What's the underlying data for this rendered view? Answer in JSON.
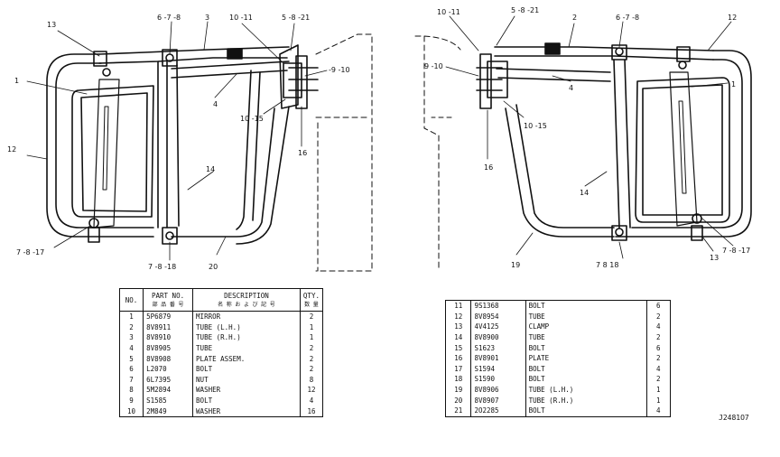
{
  "callouts": {
    "left": {
      "c13": "13",
      "c678": "6 -7 -8",
      "c3": "3",
      "c1011": "10 -11",
      "c5821": "5 -8 -21",
      "c1": "1",
      "c910": "-9 -10",
      "c4": "4",
      "c1015": "10 -15",
      "c12": "12",
      "c16": "16",
      "c14": "14",
      "c7817": "7 -8 -17",
      "c7818": "7 -8 -18",
      "c20": "20"
    },
    "right": {
      "c1011": "10 -11",
      "c5821": "5 -8 -21",
      "c2": "2",
      "c678": "6 -7 -8",
      "c12": "12",
      "c910": "9 -10",
      "c4": "4",
      "c1": "1",
      "c1015": "10 -15",
      "c16": "16",
      "c14": "14",
      "c19": "19",
      "c7818": "7  8  18",
      "c13": "13",
      "c7817": "7 -8 -17"
    }
  },
  "table_left": {
    "headers": {
      "no": "NO.",
      "part_no": "PART NO.",
      "part_no_jp": "部 品 番 号",
      "description": "DESCRIPTION",
      "description_jp": "名 称 お よ び 記 号",
      "qty": "QTY.",
      "qty_jp": "数 量"
    },
    "rows": [
      {
        "no": "1",
        "part": "5P6879",
        "desc": "MIRROR",
        "qty": "2"
      },
      {
        "no": "2",
        "part": "8V8911",
        "desc": "TUBE (L.H.)",
        "qty": "1"
      },
      {
        "no": "3",
        "part": "8V8910",
        "desc": "TUBE (R.H.)",
        "qty": "1"
      },
      {
        "no": "4",
        "part": "8V8905",
        "desc": "TUBE",
        "qty": "2"
      },
      {
        "no": "5",
        "part": "8V8908",
        "desc": "PLATE ASSEM.",
        "qty": "2"
      },
      {
        "no": "6",
        "part": "L2070",
        "desc": "BOLT",
        "qty": "2"
      },
      {
        "no": "7",
        "part": "6L7395",
        "desc": "NUT",
        "qty": "8"
      },
      {
        "no": "8",
        "part": "5M2894",
        "desc": "WASHER",
        "qty": "12"
      },
      {
        "no": "9",
        "part": "S1585",
        "desc": "BOLT",
        "qty": "4"
      },
      {
        "no": "10",
        "part": "2M849",
        "desc": "WASHER",
        "qty": "16"
      }
    ]
  },
  "table_right": {
    "rows": [
      {
        "no": "11",
        "part": "9S1368",
        "desc": "BOLT",
        "qty": "6"
      },
      {
        "no": "12",
        "part": "8V8954",
        "desc": "TUBE",
        "qty": "2"
      },
      {
        "no": "13",
        "part": "4V4125",
        "desc": "CLAMP",
        "qty": "4"
      },
      {
        "no": "14",
        "part": "8V8900",
        "desc": "TUBE",
        "qty": "2"
      },
      {
        "no": "15",
        "part": "S1623",
        "desc": "BOLT",
        "qty": "6"
      },
      {
        "no": "16",
        "part": "8V8901",
        "desc": "PLATE",
        "qty": "2"
      },
      {
        "no": "17",
        "part": "S1594",
        "desc": "BOLT",
        "qty": "4"
      },
      {
        "no": "18",
        "part": "S1590",
        "desc": "BOLT",
        "qty": "2"
      },
      {
        "no": "19",
        "part": "8V8906",
        "desc": "TUBE (L.H.)",
        "qty": "1"
      },
      {
        "no": "20",
        "part": "8V8907",
        "desc": "TUBE (R.H.)",
        "qty": "1"
      },
      {
        "no": "21",
        "part": "2O2285",
        "desc": "BOLT",
        "qty": "4"
      }
    ]
  },
  "drawing_ref": "J2481O7"
}
